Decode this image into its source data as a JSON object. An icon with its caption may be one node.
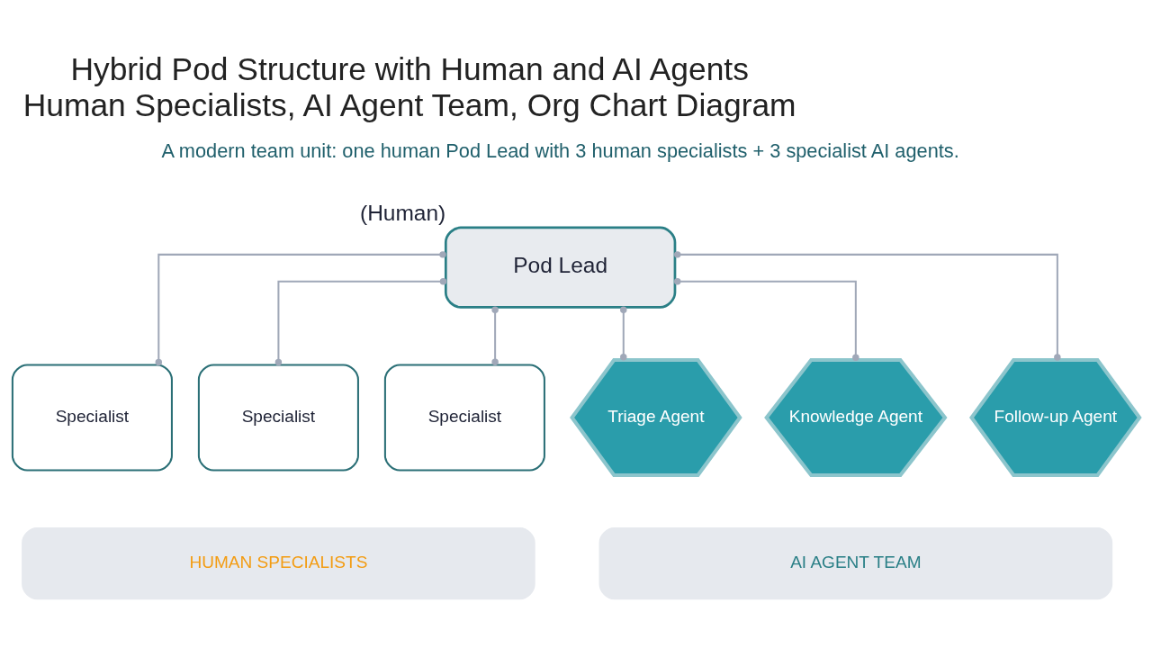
{
  "diagram": {
    "title": "Hybrid Pod Structure with Human and AI Agents",
    "caption": "Human Specialists, AI Agent Team, Org Chart Diagram",
    "nodes": [
      {
        "text": [
          "Pod Lead"
        ],
        "beside": [
          "(Human)"
        ]
      },
      {
        "text": [
          "Specialist"
        ]
      },
      {
        "text": [
          "Specialist"
        ]
      },
      {
        "text": [
          "Specialist"
        ]
      },
      {
        "text": [
          "Triage Agent"
        ]
      },
      {
        "text": [
          "Knowledge Agent"
        ]
      },
      {
        "text": [
          "Follow-up Agent"
        ]
      },
      {
        "text": [
          "HUMAN SPECIALISTS"
        ]
      },
      {
        "text": [
          "AI AGENT TEAM"
        ]
      }
    ],
    "edges": [
      {
        "from": 0,
        "to": 1,
        "arrow": "other"
      },
      {
        "from": 0,
        "to": 2,
        "arrow": "other"
      },
      {
        "from": 0,
        "to": 3,
        "arrow": "other"
      },
      {
        "from": 0,
        "to": 4,
        "arrow": "other"
      },
      {
        "from": 0,
        "to": 5,
        "arrow": "other"
      },
      {
        "from": 0,
        "to": 6,
        "arrow": "other"
      }
    ],
    "labels": [
      "A modern team unit: one human Pod Lead with 3 human specialists + 3 specialist AI agents."
    ]
  }
}
